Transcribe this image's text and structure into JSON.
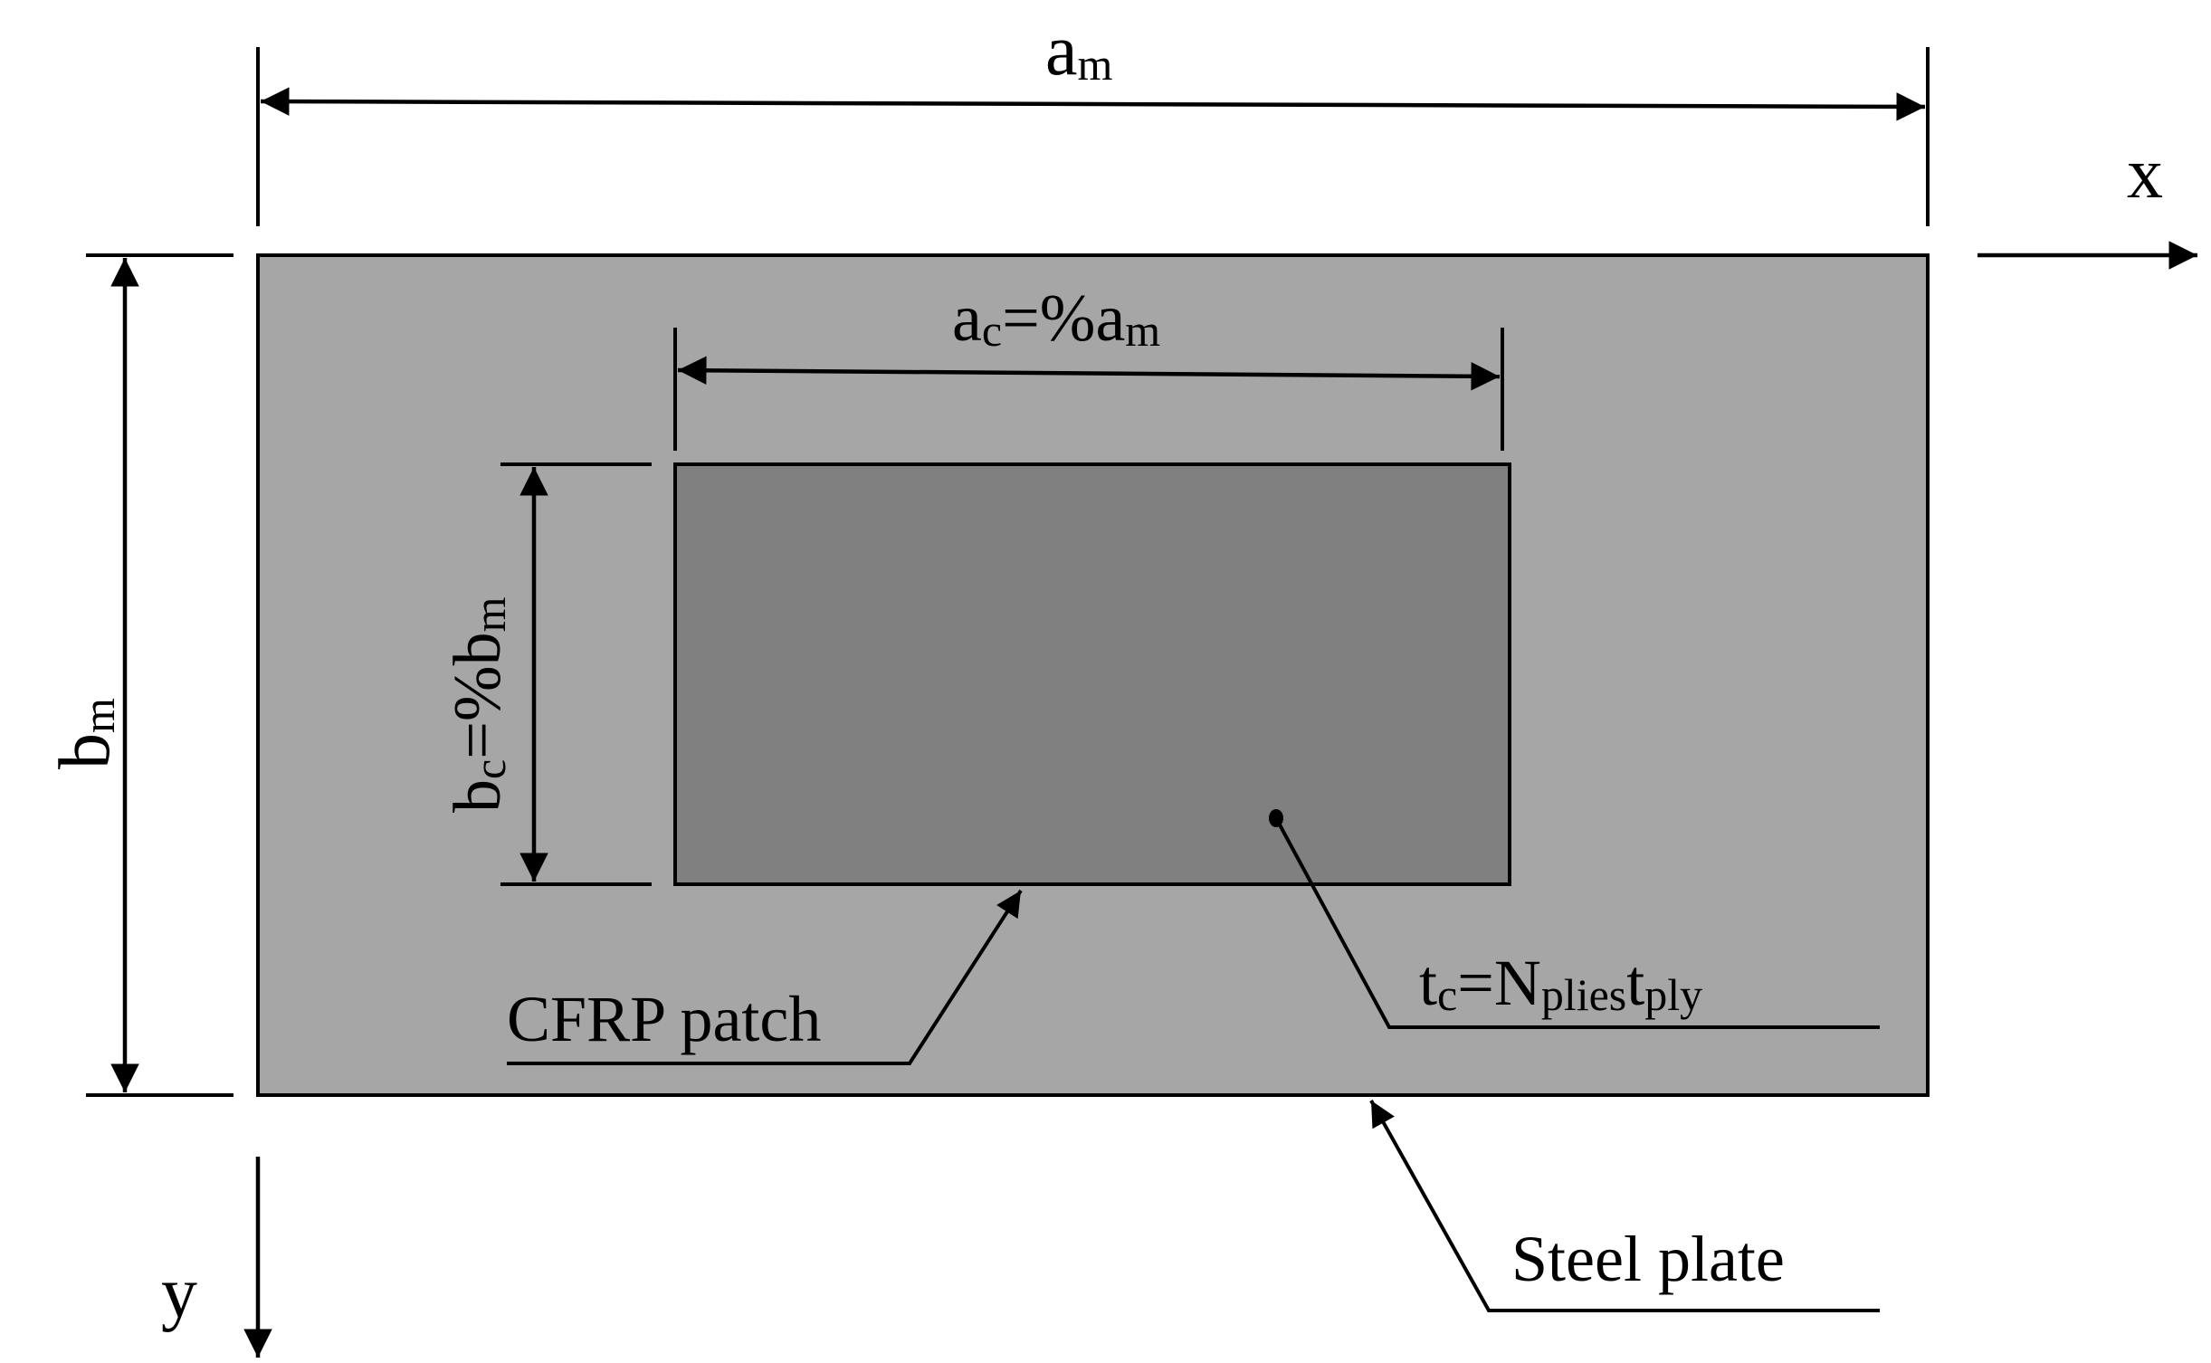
{
  "labels": {
    "a_main": "a",
    "a_main_sub": "m",
    "b_main": "b",
    "b_main_sub": "m",
    "x_axis": "x",
    "y_axis": "y",
    "a_patch": "a",
    "a_patch_sub": "c",
    "a_patch_eq": "=%a",
    "a_patch_eq_sub": "m",
    "b_patch": "b",
    "b_patch_sub": "c",
    "b_patch_eq": "=%b",
    "b_patch_eq_sub": "m",
    "thickness_t": "t",
    "thickness_t_sub": "c",
    "thickness_eq": "=N",
    "thickness_plies_sub": "plies",
    "thickness_ply_t": "t",
    "thickness_ply_sub": "ply",
    "cfrp_patch": "CFRP patch",
    "steel_plate": "Steel plate"
  },
  "colors": {
    "steel_plate_fill": "#a6a6a6",
    "cfrp_patch_fill": "#808080",
    "line": "#000000",
    "background": "#ffffff"
  }
}
